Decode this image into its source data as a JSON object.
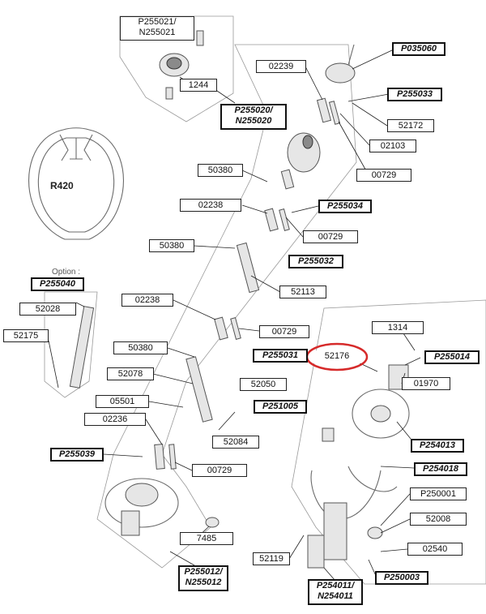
{
  "profile_label": "R420",
  "option_label": "Option :",
  "highlight_color": "#d62a2a",
  "labels": {
    "p255021": "P255021/\nN255021",
    "l1244": "1244",
    "p255020": "P255020/\nN255020",
    "l02239": "02239",
    "p035060": "P035060",
    "p255033": "P255033",
    "l52172": "52172",
    "l02103": "02103",
    "l00729a": "00729",
    "l50380a": "50380",
    "l02238a": "02238",
    "p255034": "P255034",
    "l00729b": "00729",
    "l50380b": "50380",
    "p255032": "P255032",
    "l52113": "52113",
    "p255040": "P255040",
    "l52028": "52028",
    "l52175": "52175",
    "l02238b": "02238",
    "l00729c": "00729",
    "l1314": "1314",
    "l50380c": "50380",
    "p255031": "P255031",
    "l52176": "52176",
    "p255014": "P255014",
    "l52078": "52078",
    "l52050": "52050",
    "l01970": "01970",
    "l05501": "05501",
    "p251005": "P251005",
    "l02236": "02236",
    "p254013": "P254013",
    "p255039": "P255039",
    "l52084": "52084",
    "p254018": "P254018",
    "l00729d": "00729",
    "l250001": "P250001",
    "l52008": "52008",
    "l7485": "7485",
    "l02540": "02540",
    "l52119": "52119",
    "p250003": "P250003",
    "p255012": "P255012/\nN255012",
    "p254011": "P254011/\nN254011"
  }
}
